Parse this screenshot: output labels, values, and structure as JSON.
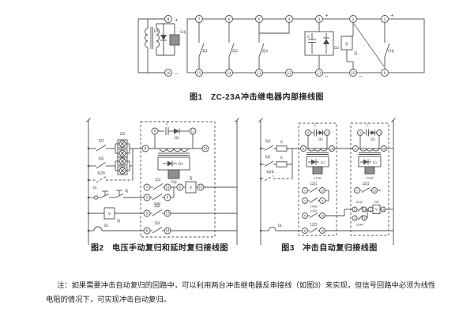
{
  "figures": {
    "fig1": {
      "caption": "图1　ZC-23A冲击继电器内部接线图"
    },
    "fig2": {
      "caption": "图2　电压手动复归和延时复归接线图"
    },
    "fig3": {
      "caption": "图3　冲击自动复归接线图"
    }
  },
  "terminals": {
    "n1": "1",
    "n2": "2",
    "n3": "3",
    "n4": "4",
    "n5": "5",
    "n6": "6",
    "n7": "7",
    "n8": "8",
    "n9": "9",
    "n10": "10",
    "n11": "11",
    "n12": "12",
    "n13": "13",
    "n14": "14",
    "n15": "15",
    "n16": "16"
  },
  "signs": {
    "plus": "+",
    "minus": "−"
  },
  "labels": {
    "d1": "D1",
    "d2": "D2",
    "c": "C",
    "v": "V",
    "r": "R",
    "chj": "CHJ",
    "zj": "ZJ",
    "zj1": "ZJ1",
    "zj2": "ZJ2",
    "zj3": "ZJ3",
    "zd": "ZD",
    "xj1": "XJ1",
    "xj2": "XJ2",
    "xj2b": "XJ2B",
    "xj2d": "XJ2D",
    "fa": "FA",
    "sj": "SJ",
    "dl": "DL",
    "ghj": "GHJ",
    "chj1": "1CHJ",
    "chj2": "2CHJ",
    "ghj1": "1GHJ",
    "ghj2": "2GHJ",
    "r1zj1": "1ZJ1",
    "r1zj2": "1ZJ2",
    "r1zj3": "1ZJ3",
    "r2zj1": "2ZJ1",
    "r2zj2": "2ZJ2",
    "zj_1": "1ZJ",
    "zj_2": "2ZJ"
  },
  "note": {
    "text": "注：如果需要冲击自动复归的回路中，可以利用两台冲击继电器反串接线（如图3）来实现，但信号回路中必须为线性电阻的情况下，可实现冲击自动复归。"
  }
}
